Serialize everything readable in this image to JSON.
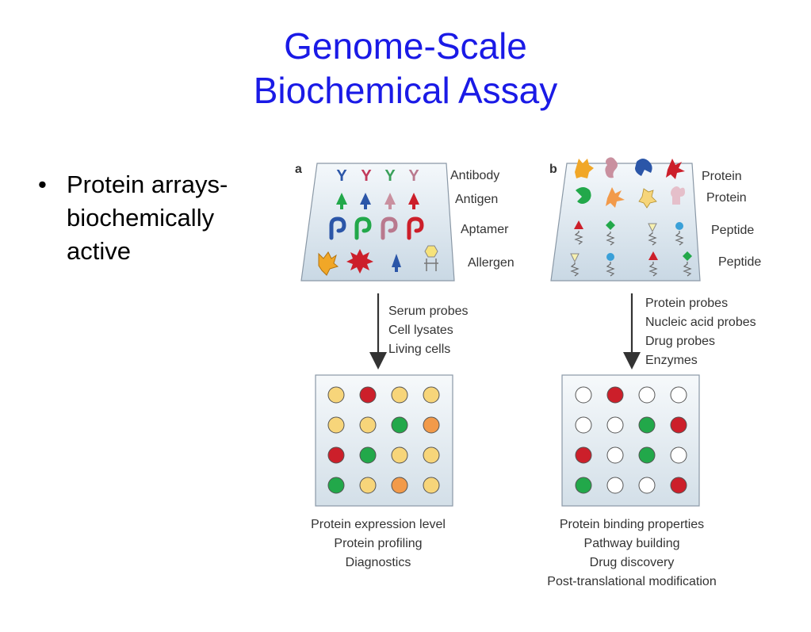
{
  "title": {
    "line1": "Genome-Scale",
    "line2": "Biochemical Assay"
  },
  "bullet": {
    "marker": "•",
    "text_line1": "Protein arrays-",
    "text_line2": "biochemically",
    "text_line3": "active"
  },
  "panel_a": {
    "letter": "a",
    "row_labels": [
      "Antibody",
      "Antigen",
      "Aptamer",
      "Allergen"
    ],
    "probes": [
      "Serum probes",
      "Cell lysates",
      "Living cells"
    ],
    "outcomes": [
      "Protein expression level",
      "Protein profiling",
      "Diagnostics"
    ],
    "grid": [
      [
        "yellow",
        "red",
        "yellow",
        "yellow"
      ],
      [
        "yellow",
        "yellow",
        "green",
        "orange"
      ],
      [
        "red",
        "green",
        "yellow",
        "yellow"
      ],
      [
        "green",
        "yellow",
        "orange",
        "yellow"
      ]
    ]
  },
  "panel_b": {
    "letter": "b",
    "row_labels": [
      "Protein",
      "Protein",
      "Peptide",
      "Peptide"
    ],
    "probes": [
      "Protein probes",
      "Nucleic acid probes",
      "Drug probes",
      "Enzymes"
    ],
    "outcomes": [
      "Protein binding properties",
      "Pathway building",
      "Drug discovery",
      "Post-translational modification"
    ],
    "grid": [
      [
        "white",
        "red",
        "white",
        "white"
      ],
      [
        "white",
        "white",
        "green",
        "red"
      ],
      [
        "red",
        "white",
        "green",
        "white"
      ],
      [
        "green",
        "white",
        "white",
        "red"
      ]
    ]
  },
  "colors": {
    "title": "#1a1ae6",
    "yellow": "#f7d57a",
    "red": "#cc1f2a",
    "green": "#22a84a",
    "orange": "#f29a4a",
    "white": "#ffffff",
    "tray": "#dfe8f0"
  }
}
